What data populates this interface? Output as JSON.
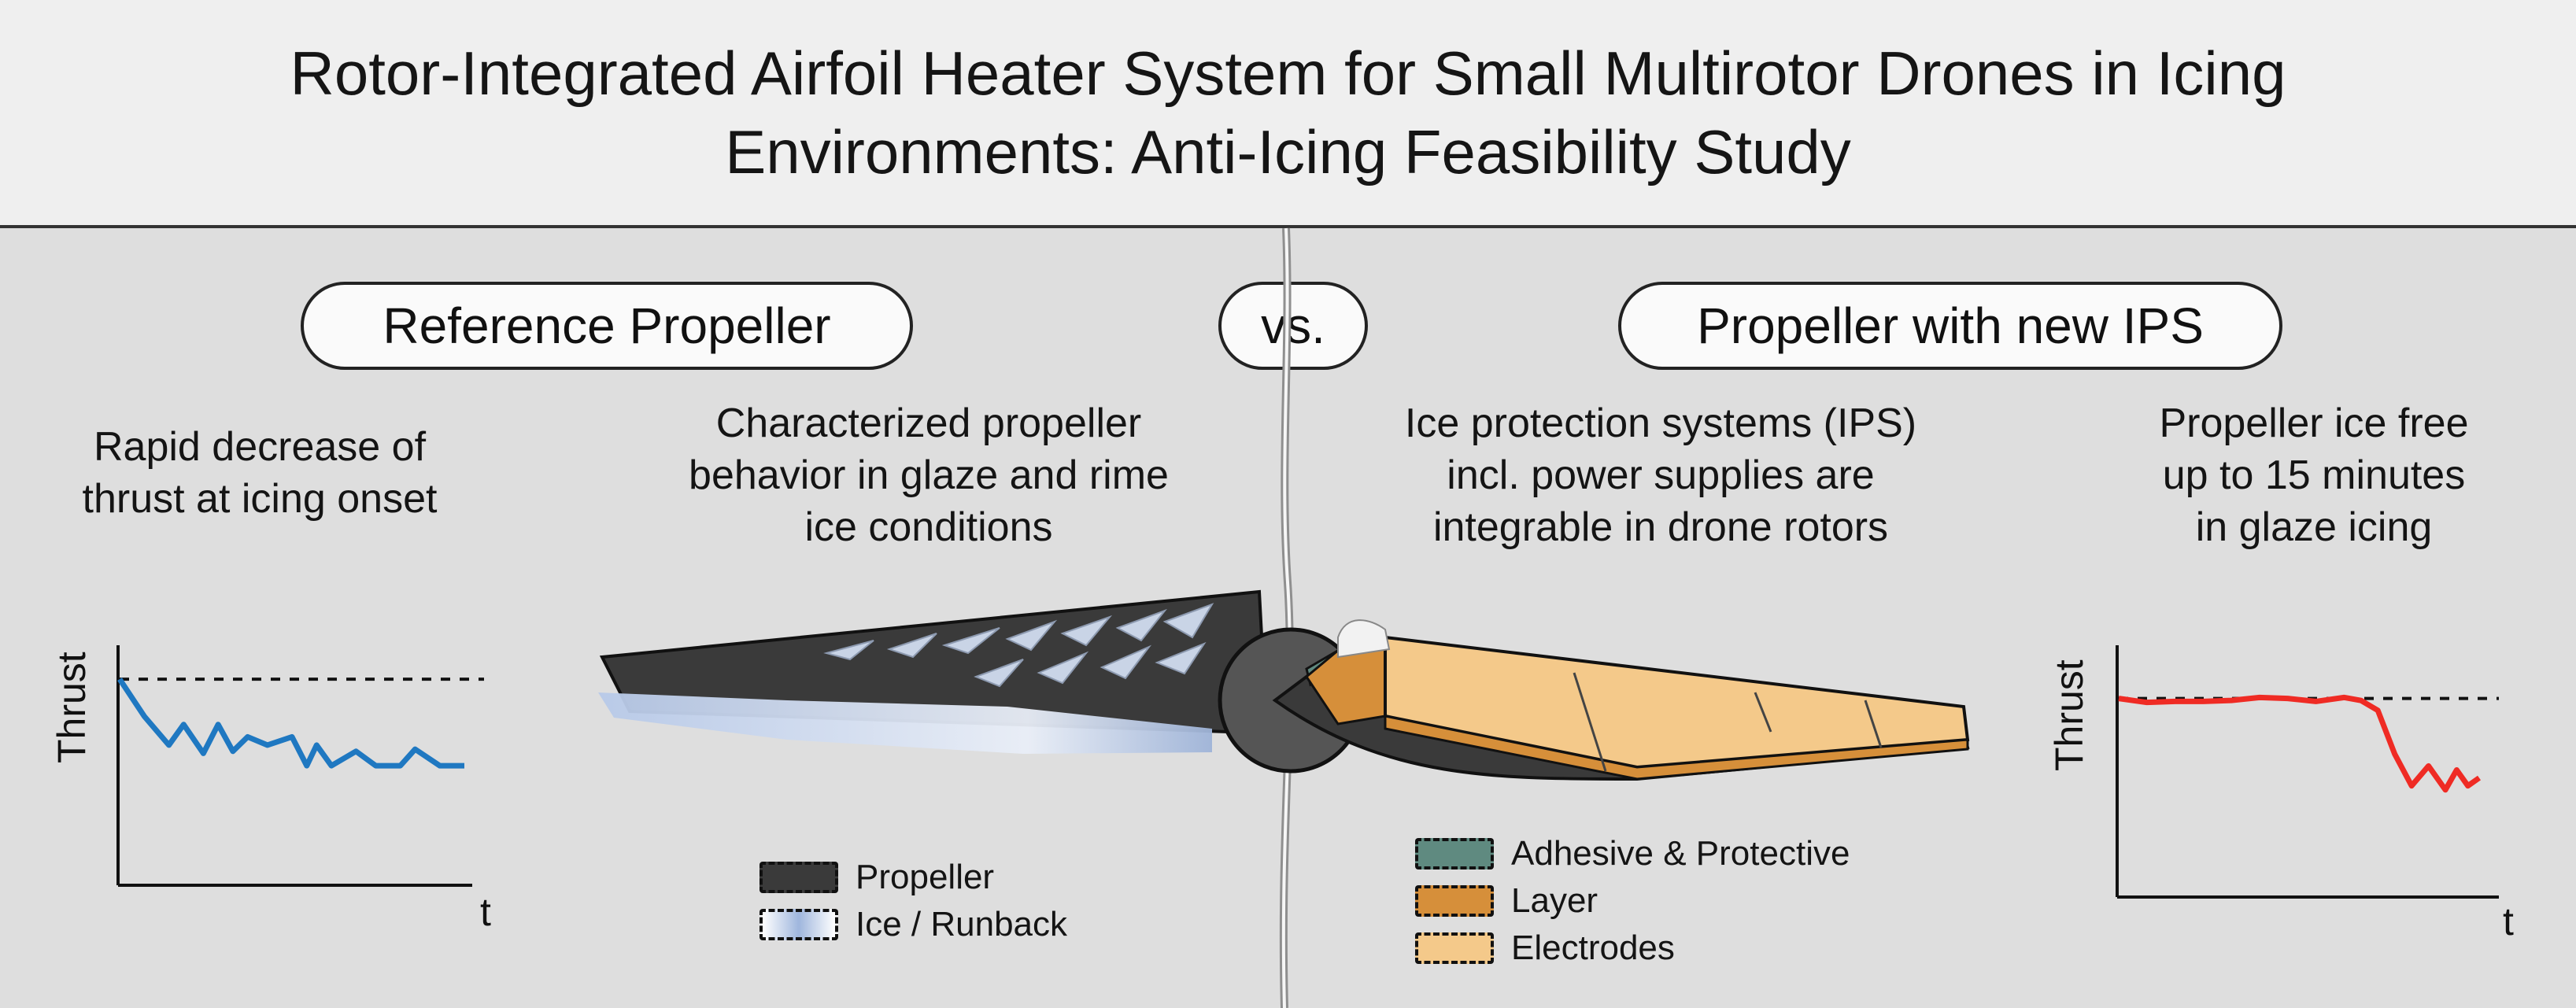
{
  "title": {
    "line1": "Rotor-Integrated Airfoil Heater System for Small Multirotor Drones in Icing",
    "line2": "Environments: Anti-Icing Feasibility Study"
  },
  "left": {
    "pill": "Reference Propeller",
    "caption_left": [
      "Rapid decrease of",
      "thrust at icing onset"
    ],
    "caption_center": [
      "Characterized propeller",
      "behavior in glaze and rime",
      "ice conditions"
    ],
    "legend": [
      "Propeller",
      "Ice / Runback"
    ]
  },
  "vs": "vs.",
  "right": {
    "pill": "Propeller with new IPS",
    "caption_center": [
      "Ice protection systems (IPS)",
      "incl. power supplies are",
      "integrable in drone rotors"
    ],
    "caption_right": [
      "Propeller ice free",
      "up to 15 minutes",
      "in glaze icing"
    ],
    "legend": [
      "Adhesive & Protective",
      "Layer",
      "Electrodes"
    ]
  },
  "colors": {
    "propeller": "#3a3a3a",
    "adhesive": "#5f8a80",
    "layer": "#d68f3a",
    "electrodes": "#f4c98a",
    "ice": "#a9bfe0",
    "thrust_reference": "#1f78c1",
    "thrust_ips": "#ef2b24"
  },
  "chart_data": [
    {
      "type": "line",
      "ylabel": "Thrust",
      "xlabel": "t",
      "baseline": 1.0,
      "x": [
        0,
        0.5,
        1,
        1.3,
        1.7,
        2,
        2.3,
        2.6,
        3,
        3.5,
        3.8,
        4,
        4.3,
        4.8,
        5.2,
        5.7,
        6,
        6.5,
        7
      ],
      "series": [
        {
          "values": [
            1.0,
            0.82,
            0.68,
            0.78,
            0.64,
            0.78,
            0.65,
            0.72,
            0.68,
            0.72,
            0.58,
            0.68,
            0.58,
            0.65,
            0.58,
            0.58,
            0.66,
            0.58,
            0.58
          ]
        }
      ]
    },
    {
      "type": "line",
      "ylabel": "Thrust",
      "xlabel": "t",
      "baseline": 1.0,
      "x": [
        0,
        0.5,
        1,
        1.5,
        2,
        2.5,
        3,
        3.5,
        4,
        4.3,
        4.6,
        4.9,
        5.2,
        5.5,
        5.8,
        6,
        6.2,
        6.4
      ],
      "series": [
        {
          "values": [
            1.0,
            0.98,
            0.985,
            0.985,
            0.99,
            1.005,
            1.0,
            0.985,
            1.005,
            0.99,
            0.94,
            0.72,
            0.56,
            0.66,
            0.54,
            0.64,
            0.56,
            0.6
          ]
        }
      ]
    }
  ]
}
